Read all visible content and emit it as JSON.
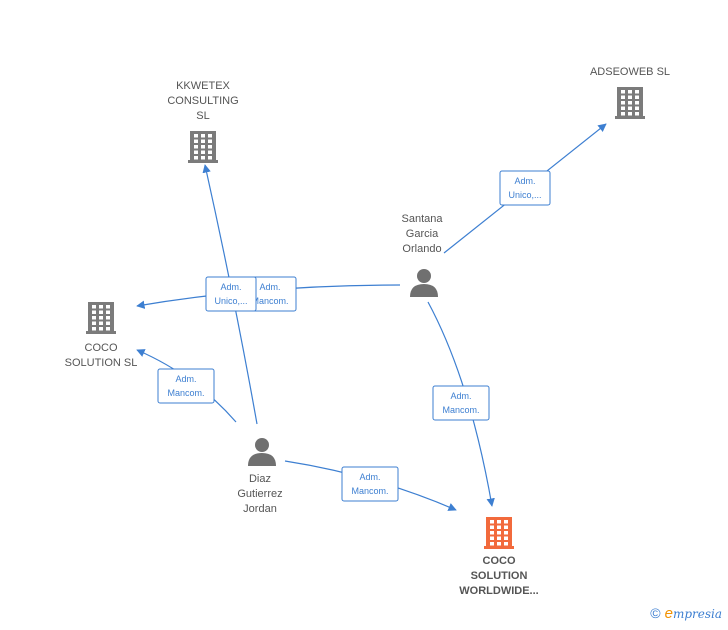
{
  "colors": {
    "edge": "#3d7fd1",
    "building": "#7b7b7b",
    "building_main": "#f26a3c",
    "person": "#707070"
  },
  "nodes": {
    "kkwetex": {
      "lines": [
        "KKWETEX",
        "CONSULTING",
        "SL"
      ],
      "icon": "building-icon"
    },
    "adseoweb": {
      "lines": [
        "ADSEOWEB  SL"
      ],
      "icon": "building-icon"
    },
    "coco_sl": {
      "lines": [
        "COCO",
        "SOLUTION  SL"
      ],
      "icon": "building-icon"
    },
    "coco_ww": {
      "lines": [
        "COCO",
        "SOLUTION",
        "WORLDWIDE..."
      ],
      "icon": "building-icon"
    },
    "santana": {
      "lines": [
        "Santana",
        "Garcia",
        "Orlando"
      ],
      "icon": "person-icon"
    },
    "diaz": {
      "lines": [
        "Diaz",
        "Gutierrez",
        "Jordan"
      ],
      "icon": "person-icon"
    }
  },
  "edge_labels": {
    "santana_adseoweb": [
      "Adm.",
      "Unico,..."
    ],
    "santana_cocosl": [
      "Adm.",
      "Mancom."
    ],
    "diaz_kkwetex": [
      "Adm.",
      "Unico,..."
    ],
    "diaz_cocosl": [
      "Adm.",
      "Mancom."
    ],
    "diaz_cocoww": [
      "Adm.",
      "Mancom."
    ],
    "santana_cocoww": [
      "Adm.",
      "Mancom."
    ]
  },
  "footer": {
    "copyright": "©",
    "brand_first": "e",
    "brand_rest": "mpresia"
  }
}
